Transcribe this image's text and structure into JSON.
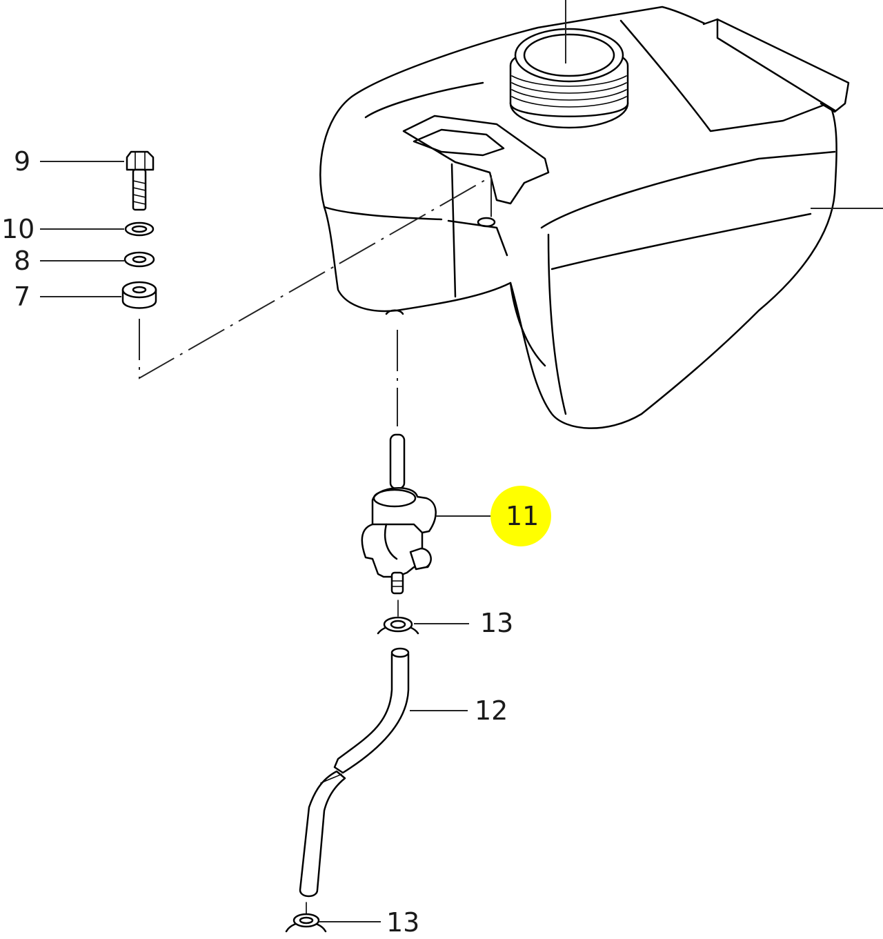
{
  "callouts": [
    {
      "id": "c9",
      "label": "9"
    },
    {
      "id": "c10",
      "label": "10"
    },
    {
      "id": "c8",
      "label": "8"
    },
    {
      "id": "c7",
      "label": "7"
    },
    {
      "id": "c11",
      "label": "11"
    },
    {
      "id": "c13a",
      "label": "13"
    },
    {
      "id": "c12",
      "label": "12"
    },
    {
      "id": "c13b",
      "label": "13"
    }
  ],
  "colors": {
    "highlight": "#ffff00",
    "line": "#000000",
    "background": "#ffffff"
  }
}
